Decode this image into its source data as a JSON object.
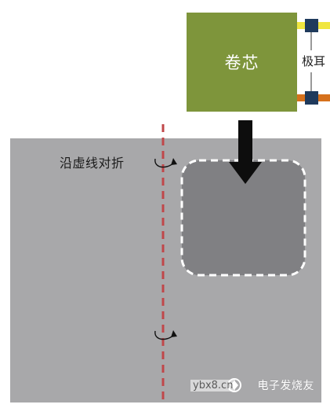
{
  "cell": {
    "label": "卷芯"
  },
  "tabs": {
    "label": "极耳"
  },
  "fold": {
    "label": "沿虚线对折"
  },
  "watermark": {
    "url": "ybx8.cn",
    "brand": "电子发烧友"
  },
  "colors": {
    "cell_core": "#7e953b",
    "sheet": "#a8a8aa",
    "pocket": "#808083",
    "fold_line": "#c0474a",
    "tab_top": "#f0e640",
    "tab_bottom": "#d6711c",
    "tab_block": "#1f3a5c"
  },
  "icons": {
    "arrow": "down-arrow-icon",
    "fold_rotate": "curved-rotate-arrow-icon"
  }
}
